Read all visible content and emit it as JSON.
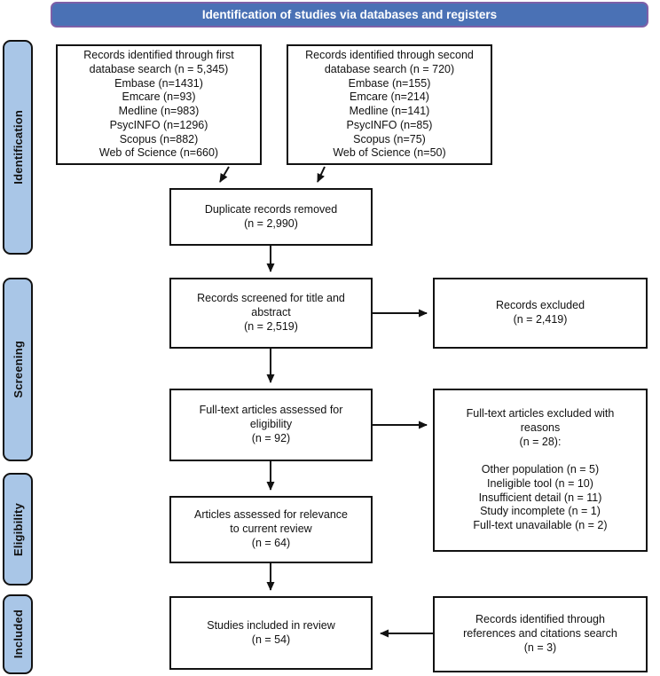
{
  "header": {
    "title": "Identification of studies via databases and registers"
  },
  "colors": {
    "header_bg": "#4a71b5",
    "header_border": "#7e60a8",
    "stage_bg": "#a9c6e7"
  },
  "stages": [
    {
      "label": "Identification"
    },
    {
      "label": "Screening"
    },
    {
      "label": "Eligibility"
    },
    {
      "label": "Included"
    }
  ],
  "boxes": {
    "db1": [
      "Records identified through first",
      "database search (n = 5,345)",
      "Embase (n=1431)",
      "Emcare (n=93)",
      "Medline (n=983)",
      "PsycINFO (n=1296)",
      "Scopus (n=882)",
      "Web of Science (n=660)"
    ],
    "db2": [
      "Records identified through second",
      "database search (n = 720)",
      "Embase (n=155)",
      "Emcare (n=214)",
      "Medline (n=141)",
      "PsycINFO (n=85)",
      "Scopus (n=75)",
      "Web of Science (n=50)"
    ],
    "duplicates": [
      "Duplicate records removed",
      "(n = 2,990)"
    ],
    "screened": [
      "Records screened for title and",
      "abstract",
      "(n = 2,519)"
    ],
    "records_excluded": [
      "Records excluded",
      "(n = 2,419)"
    ],
    "fulltext": [
      "Full-text articles assessed for",
      "eligibility",
      "(n = 92)"
    ],
    "fulltext_excluded": [
      "Full-text articles excluded with",
      "reasons",
      "(n = 28):",
      "",
      "Other population (n = 5)",
      "Ineligible tool (n = 10)",
      "Insufficient detail (n = 11)",
      "Study incomplete (n = 1)",
      "Full-text unavailable (n = 2)"
    ],
    "relevance": [
      "Articles assessed for relevance",
      "to current review",
      "(n = 64)"
    ],
    "included": [
      "Studies included in review",
      "(n = 54)"
    ],
    "references": [
      "Records identified through",
      "references and citations search",
      "(n = 3)"
    ]
  }
}
